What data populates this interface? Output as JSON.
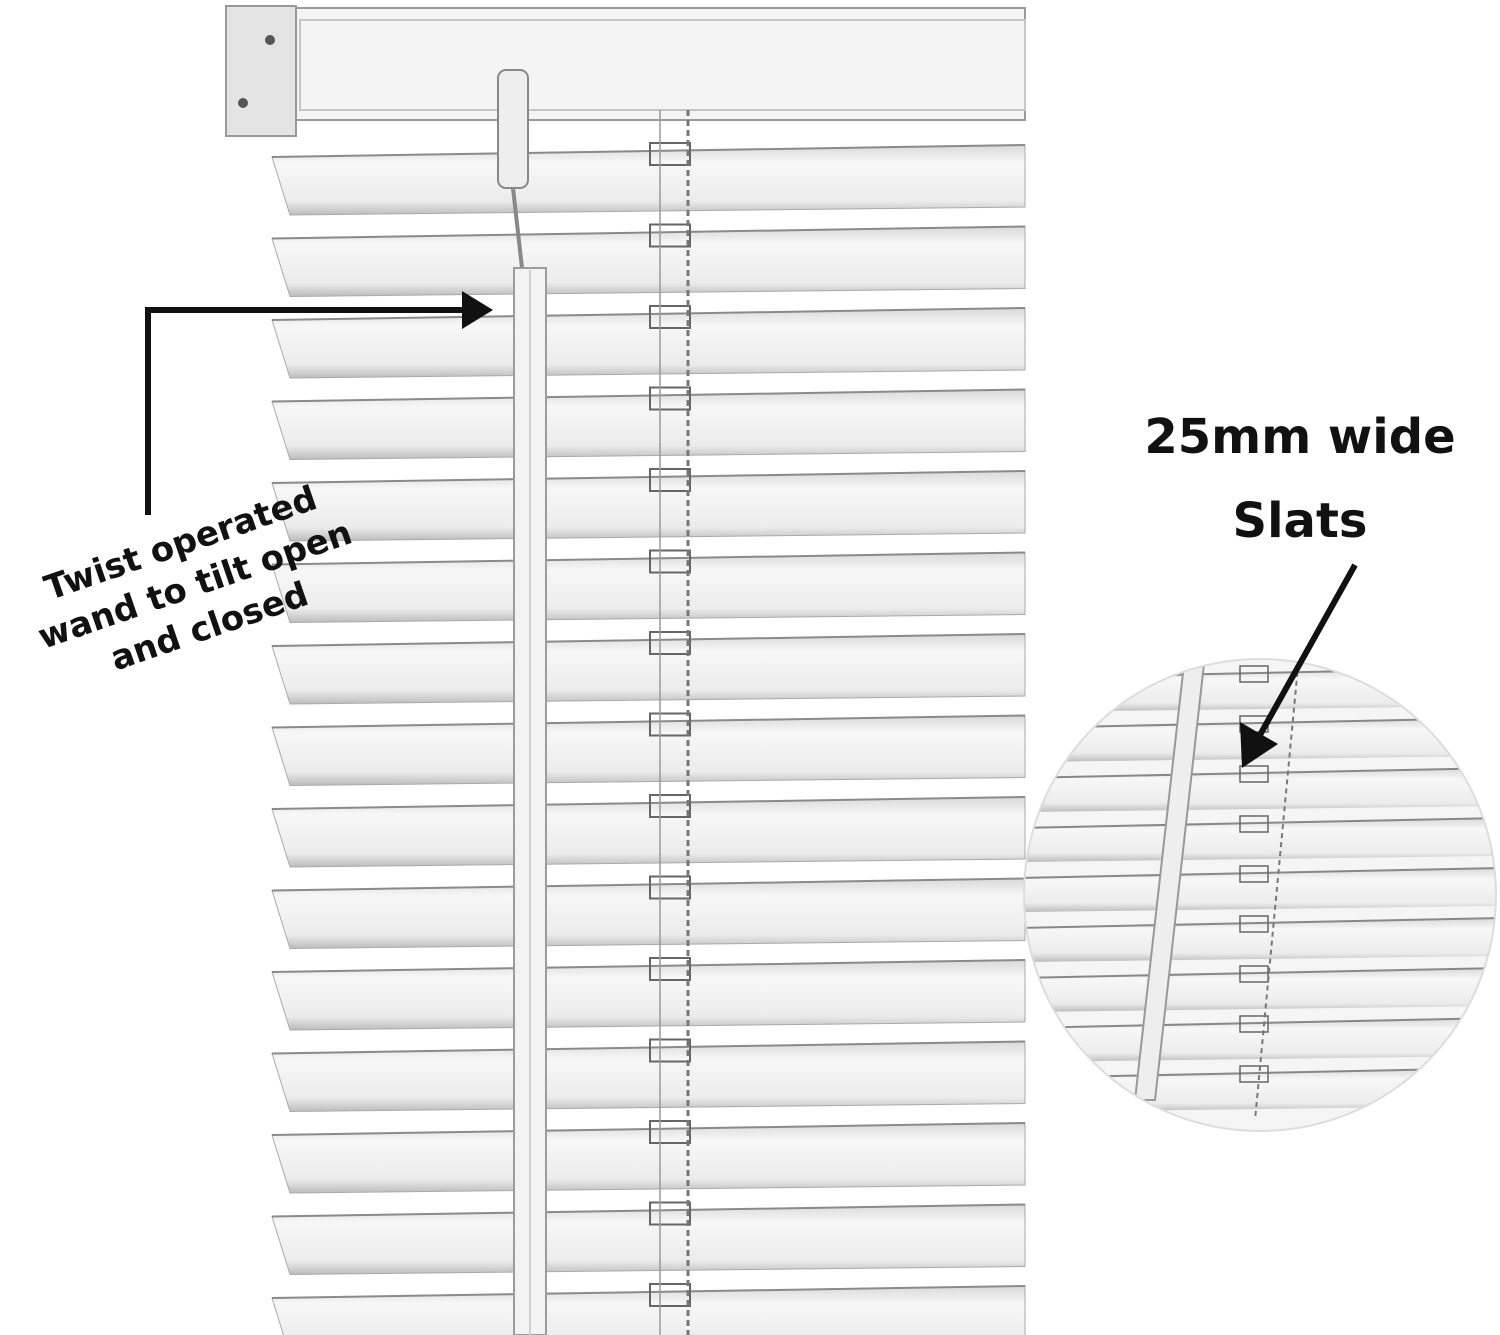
{
  "annotations": {
    "wand": {
      "line1": "Twist  operated",
      "line2": "wand to tilt  open",
      "line3": "and closed"
    },
    "slats": {
      "line1": "25mm wide",
      "line2": "Slats"
    }
  },
  "colors": {
    "slat": "#f2f2f2",
    "slat_shadow": "#bdbdbd",
    "arrow": "#111111"
  }
}
